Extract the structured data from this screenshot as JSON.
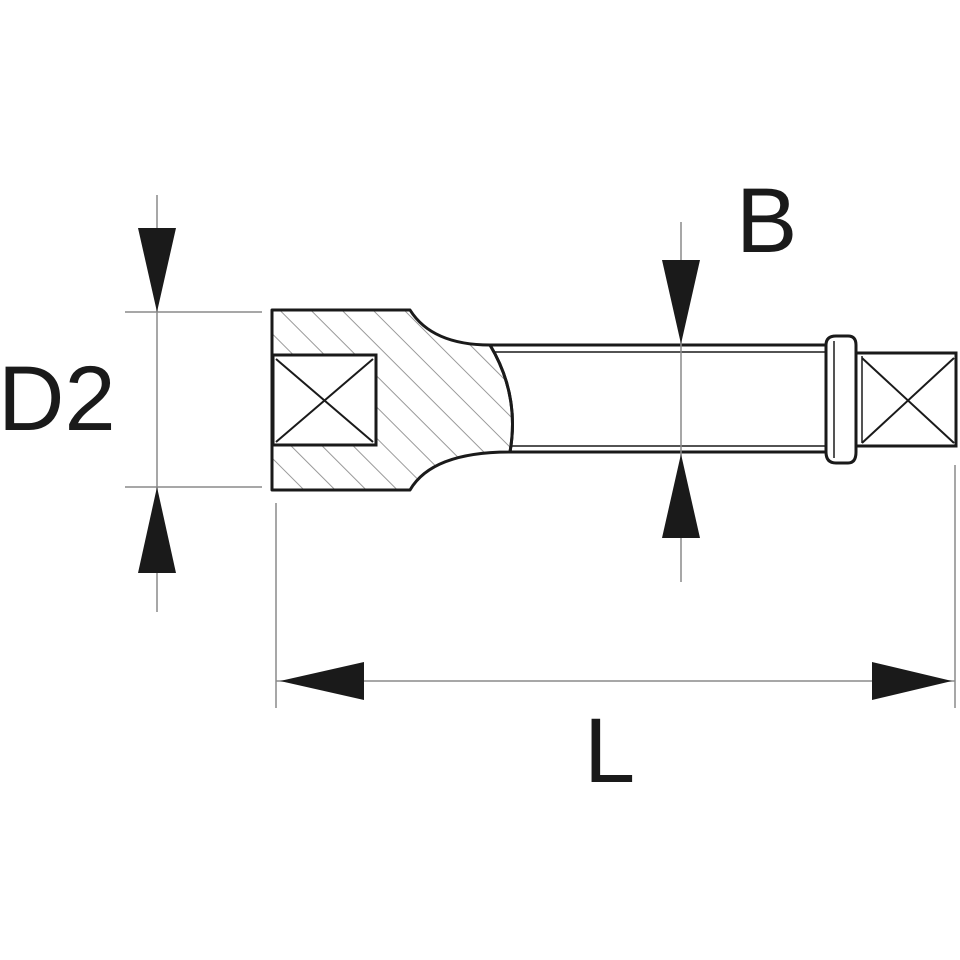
{
  "labels": {
    "d2": "D2",
    "b": "B",
    "l": "L"
  },
  "colors": {
    "line": "#1a1a1a",
    "thin_line": "#8a8a8a",
    "hatch": "#9a9a9a",
    "background": "#ffffff"
  }
}
